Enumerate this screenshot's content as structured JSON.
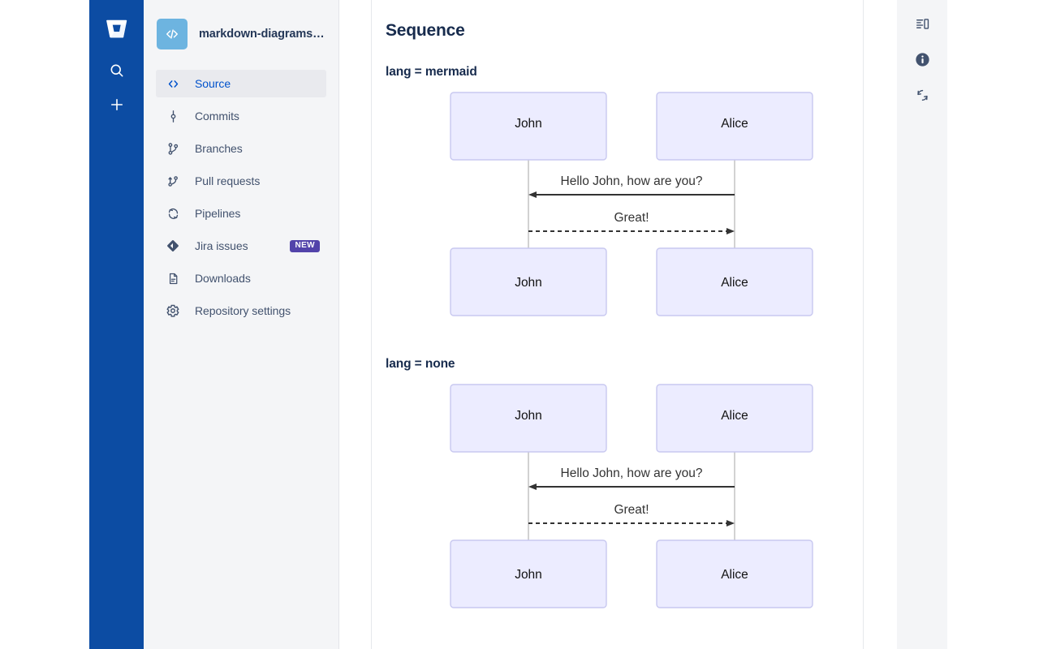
{
  "global_nav": {
    "logo_icon": "bitbucket-logo-icon",
    "items": [
      {
        "icon": "search-icon",
        "name": "search"
      },
      {
        "icon": "plus-icon",
        "name": "create"
      }
    ]
  },
  "sidebar": {
    "repo": {
      "avatar_icon": "code-brackets-icon",
      "name": "markdown-diagrams…"
    },
    "items": [
      {
        "label": "Source",
        "icon": "code-brackets-icon",
        "active": true,
        "badge": ""
      },
      {
        "label": "Commits",
        "icon": "commit-icon",
        "active": false,
        "badge": ""
      },
      {
        "label": "Branches",
        "icon": "branches-icon",
        "active": false,
        "badge": ""
      },
      {
        "label": "Pull requests",
        "icon": "pull-request-icon",
        "active": false,
        "badge": ""
      },
      {
        "label": "Pipelines",
        "icon": "pipelines-icon",
        "active": false,
        "badge": ""
      },
      {
        "label": "Jira issues",
        "icon": "jira-diamond-icon",
        "active": false,
        "badge": "NEW"
      },
      {
        "label": "Downloads",
        "icon": "document-icon",
        "active": false,
        "badge": ""
      },
      {
        "label": "Repository settings",
        "icon": "gear-icon",
        "active": false,
        "badge": ""
      }
    ]
  },
  "right_rail": {
    "items": [
      {
        "icon": "sidebar-toggle-icon",
        "name": "toggle-panel"
      },
      {
        "icon": "info-icon",
        "name": "info",
        "active": true
      },
      {
        "icon": "refresh-icon",
        "name": "refresh"
      }
    ]
  },
  "main": {
    "title": "Sequence",
    "sections": [
      {
        "heading": "lang = mermaid"
      },
      {
        "heading": "lang = none"
      }
    ]
  },
  "colors": {
    "nav_blue": "#0c4ca3",
    "sidebar_bg": "#f4f5f7",
    "active_item_bg": "#e9eaee",
    "active_item_text": "#0052cc",
    "badge_purple": "#5243aa",
    "heading": "#172b4d",
    "label": "#42526e",
    "repo_avatar": "#6db4e0",
    "diagram_box_fill": "#ececff",
    "diagram_box_stroke": "#c8c8f0",
    "diagram_line": "#333333",
    "lifeline": "#bfbfbf",
    "info_icon_bg": "#42526e"
  },
  "chart_data": {
    "type": "sequence-diagram",
    "diagrams": [
      {
        "title": "lang = mermaid",
        "participants": [
          "John",
          "Alice"
        ],
        "messages": [
          {
            "from": "Alice",
            "to": "John",
            "text": "Hello John, how are you?",
            "style": "solid",
            "direction": "left"
          },
          {
            "from": "John",
            "to": "Alice",
            "text": "Great!",
            "style": "dashed",
            "direction": "right"
          }
        ]
      },
      {
        "title": "lang = none",
        "participants": [
          "John",
          "Alice"
        ],
        "messages": [
          {
            "from": "Alice",
            "to": "John",
            "text": "Hello John, how are you?",
            "style": "solid",
            "direction": "left"
          },
          {
            "from": "John",
            "to": "Alice",
            "text": "Great!",
            "style": "dashed",
            "direction": "right"
          }
        ]
      }
    ]
  }
}
